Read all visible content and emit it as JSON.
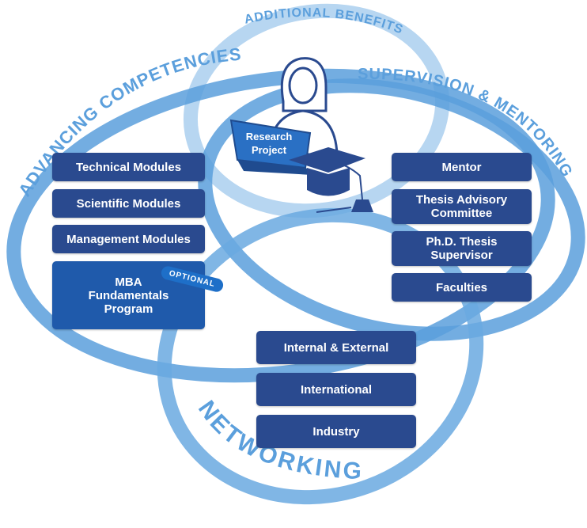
{
  "labels": {
    "advancing": "ADVANCING COMPETENCIES",
    "additional": "ADDITIONAL BENEFITS",
    "supervision": "SUPERVISION & MENTORING",
    "networking": "NETWORKING"
  },
  "center": {
    "laptop_line1": "Research",
    "laptop_line2": "Project"
  },
  "competencies": {
    "technical": "Technical Modules",
    "scientific": "Scientific Modules",
    "management": "Management Modules",
    "mba_line1": "MBA",
    "mba_line2": "Fundamentals",
    "mba_line3": "Program",
    "optional": "OPTIONAL"
  },
  "supervision": {
    "mentor": "Mentor",
    "tac_line1": "Thesis Advisory",
    "tac_line2": "Committee",
    "phd_line1": "Ph.D. Thesis",
    "phd_line2": "Supervisor",
    "faculties": "Faculties"
  },
  "networking": {
    "internal": "Internal & External",
    "international": "International",
    "industry": "Industry"
  },
  "colors": {
    "ring_dark": "#5b9fdc",
    "ring_light": "#a8cdee",
    "box": "#2a4a8f",
    "box_highlight": "#1f5aab",
    "label": "#5b9fdc"
  }
}
